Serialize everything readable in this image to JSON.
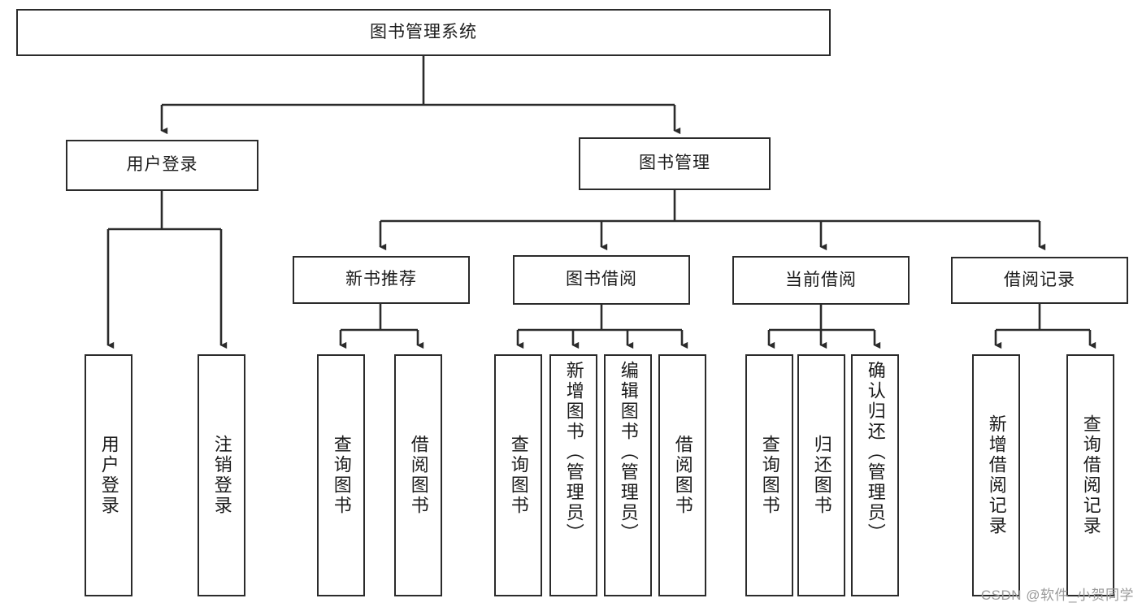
{
  "diagram": {
    "title": "图书管理系统",
    "watermark": "CSDN @软件_小贺同学",
    "type": "tree",
    "root": {
      "label": "图书管理系统"
    },
    "level2": [
      {
        "label": "用户登录"
      },
      {
        "label": "图书管理"
      }
    ],
    "level3": [
      {
        "label": "新书推荐"
      },
      {
        "label": "图书借阅"
      },
      {
        "label": "当前借阅"
      },
      {
        "label": "借阅记录"
      }
    ],
    "leaves": {
      "user_login": [
        {
          "label": "用户登录",
          "centered": true
        },
        {
          "label": "注销登录",
          "centered": true
        }
      ],
      "new_book_recommend": [
        {
          "label": "查询图书",
          "centered": true
        },
        {
          "label": "借阅图书",
          "centered": true
        }
      ],
      "book_borrow": [
        {
          "label": "查询图书",
          "centered": true
        },
        {
          "label": "新增图书（管理员）",
          "centered": false
        },
        {
          "label": "编辑图书（管理员）",
          "centered": false
        },
        {
          "label": "借阅图书",
          "centered": true
        }
      ],
      "current_borrow": [
        {
          "label": "查询图书",
          "centered": true
        },
        {
          "label": "归还图书",
          "centered": true
        },
        {
          "label": "确认归还（管理员）",
          "centered": false
        }
      ],
      "borrow_record": [
        {
          "label": "新增借阅记录",
          "centered": true
        },
        {
          "label": "查询借阅记录",
          "centered": true
        }
      ]
    },
    "colors": {
      "border": "#2b2b2b",
      "background": "#ffffff",
      "text": "#1b1b1b",
      "watermark": "#9a9a9a"
    }
  }
}
